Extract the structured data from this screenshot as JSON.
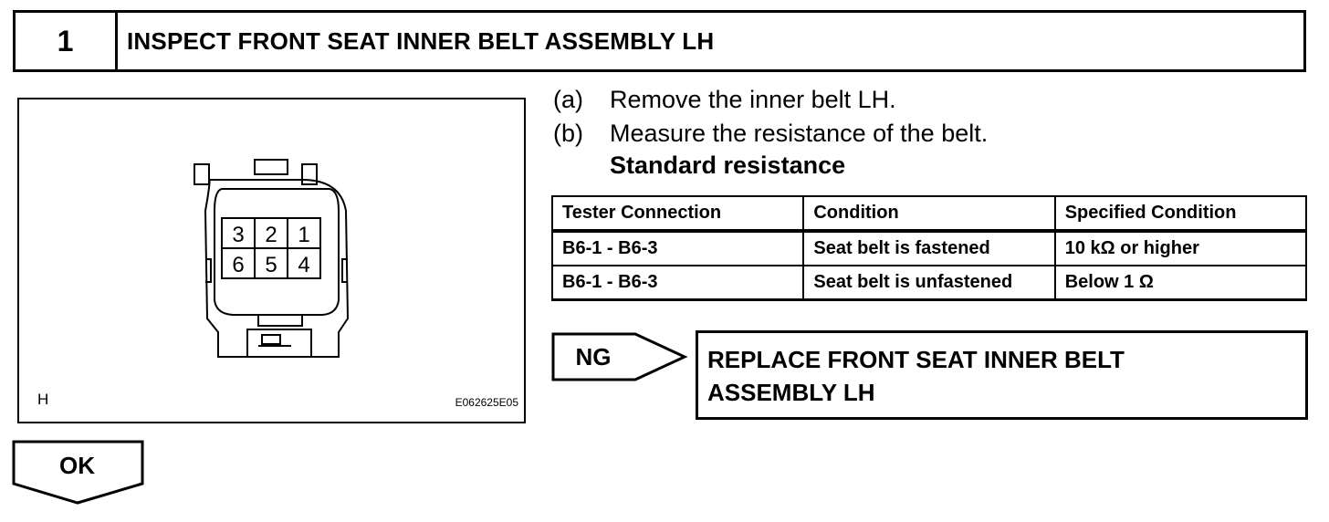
{
  "step": {
    "number": "1",
    "title": "INSPECT FRONT SEAT INNER BELT ASSEMBLY LH"
  },
  "figure": {
    "corner_label": "H",
    "code": "E062625E05",
    "pins_top": [
      "3",
      "2",
      "1"
    ],
    "pins_bottom": [
      "6",
      "5",
      "4"
    ],
    "icon": "connector-diagram"
  },
  "instructions": [
    {
      "label": "(a)",
      "text": "Remove the inner belt LH."
    },
    {
      "label": "(b)",
      "text": "Measure the resistance of the belt."
    }
  ],
  "standard": {
    "title": "Standard resistance",
    "headers": [
      "Tester Connection",
      "Condition",
      "Specified Condition"
    ],
    "rows": [
      [
        "B6-1 - B6-3",
        "Seat belt is fastened",
        "10 kΩ or higher"
      ],
      [
        "B6-1 - B6-3",
        "Seat belt is unfastened",
        "Below 1 Ω"
      ]
    ]
  },
  "ng": {
    "label": "NG",
    "action_line1": "REPLACE FRONT SEAT INNER BELT",
    "action_line2": "ASSEMBLY LH"
  },
  "ok": {
    "label": "OK"
  }
}
